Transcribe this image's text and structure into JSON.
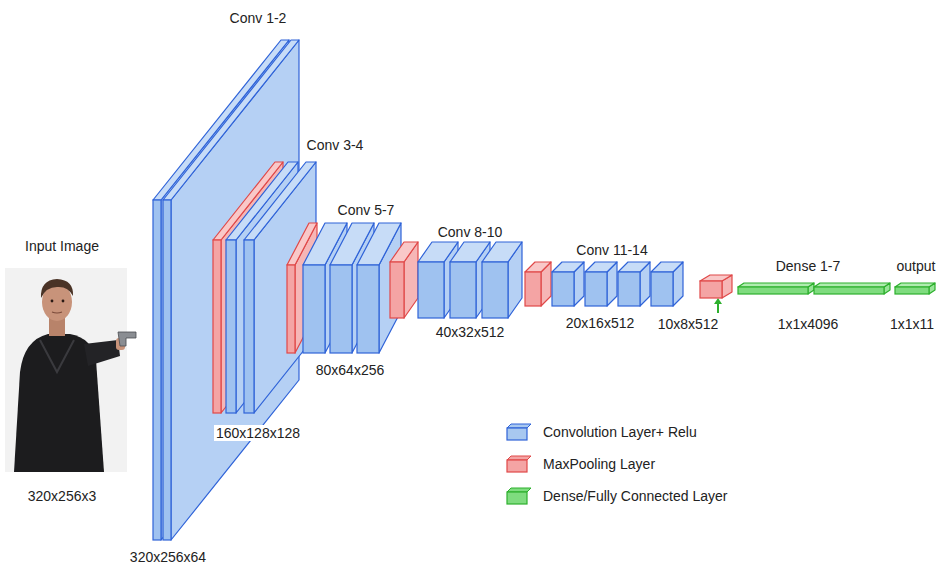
{
  "diagram": {
    "nodes": [
      {
        "text": [
          "Conv 1-2",
          "320x256x64"
        ]
      },
      {
        "text": [
          "Conv 3-4",
          "160x128x128"
        ]
      },
      {
        "text": [
          "Conv 5-7",
          "80x64x256"
        ]
      },
      {
        "text": [
          "Conv 8-10",
          "40x32x512"
        ]
      },
      {
        "text": [
          "Conv 11-14",
          "20x16x512"
        ]
      },
      {
        "text": [
          "10x8x512"
        ]
      },
      {
        "text": [
          "Dense 1-7",
          "1x1x4096"
        ]
      },
      {
        "text": [
          "output",
          "1x1x11"
        ]
      }
    ],
    "labels": [
      "Input Image",
      "320x256x3"
    ],
    "legend": [
      {
        "text": "Convolution Layer+ Relu",
        "color": "#a8c8f0"
      },
      {
        "text": "MaxPooling Layer",
        "color": "#f4a4a4"
      },
      {
        "text": "Dense/Fully Connected Layer",
        "color": "#7fdc7f"
      }
    ]
  }
}
